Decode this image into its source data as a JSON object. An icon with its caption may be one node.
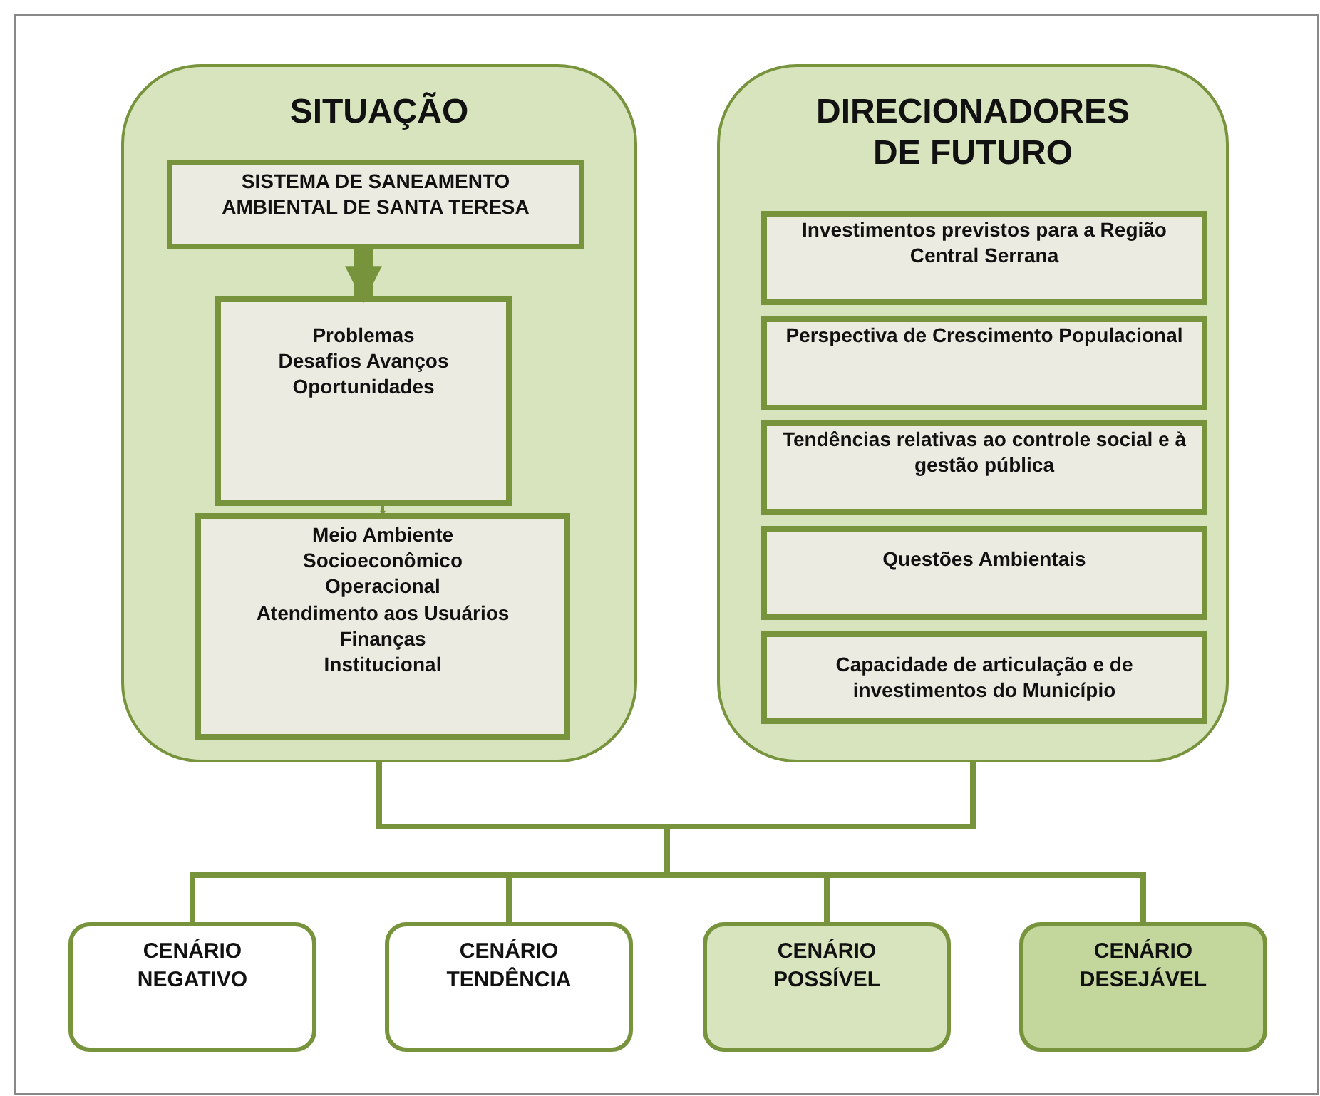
{
  "diagram": {
    "nodes": [
      {
        "text": [
          "SITUAÇÃO"
        ]
      },
      {
        "text": [
          "SISTEMA DE SANEAMENTO AMBIENTAL DE SANTA TERESA"
        ],
        "in": 0
      },
      {
        "text": [
          "Problemas Desafios Avanços Oportunidades"
        ],
        "in": 0
      },
      {
        "text": [
          "Meio Ambiente",
          "Socioeconômico",
          "Operacional",
          "Atendimento aos Usuários",
          "Finanças",
          "Institucional"
        ],
        "in": 0
      },
      {
        "text": [
          "DIRECIONADORES DE FUTURO"
        ]
      },
      {
        "text": [
          "Investimentos previstos para a Região Central Serrana"
        ],
        "in": 4
      },
      {
        "text": [
          "Perspectiva de Crescimento Populacional"
        ],
        "in": 4
      },
      {
        "text": [
          "Tendências relativas ao controle social e à gestão pública"
        ],
        "in": 4
      },
      {
        "text": [
          "Questões Ambientais"
        ],
        "in": 4
      },
      {
        "text": [
          "Capacidade de articulação e de investimentos do Município"
        ],
        "in": 4
      },
      {
        "text": [
          "CENÁRIO NEGATIVO"
        ]
      },
      {
        "text": [
          "CENÁRIO TENDÊNCIA"
        ]
      },
      {
        "text": [
          "CENÁRIO POSSÍVEL"
        ]
      },
      {
        "text": [
          "CENÁRIO DESEJÁVEL"
        ]
      }
    ],
    "edges": [
      {
        "from": 1,
        "to": 2,
        "arrow": "to",
        "style": "thick"
      },
      {
        "from": 2,
        "to": 3,
        "arrow": "to"
      },
      {
        "from": 0,
        "to": 10,
        "arrow": "none"
      },
      {
        "from": 0,
        "to": 11,
        "arrow": "none"
      },
      {
        "from": 0,
        "to": 12,
        "arrow": "none"
      },
      {
        "from": 0,
        "to": 13,
        "arrow": "none"
      },
      {
        "from": 4,
        "to": 10,
        "arrow": "none"
      },
      {
        "from": 4,
        "to": 11,
        "arrow": "none"
      },
      {
        "from": 4,
        "to": 12,
        "arrow": "none"
      },
      {
        "from": 4,
        "to": 13,
        "arrow": "none"
      }
    ]
  }
}
